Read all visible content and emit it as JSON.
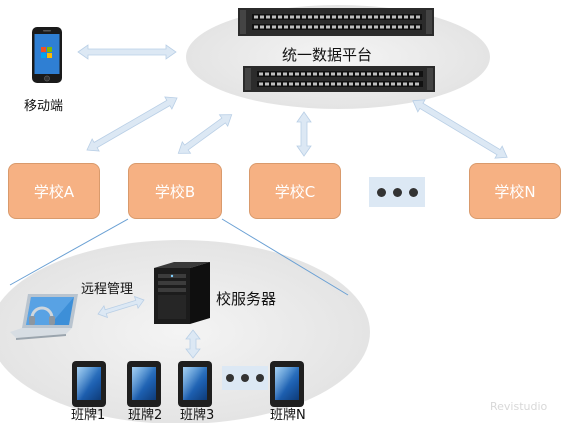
{
  "platform": {
    "label": "统一数据平台"
  },
  "mobile": {
    "label": "移动端"
  },
  "schools": [
    {
      "label": "学校A"
    },
    {
      "label": "学校B"
    },
    {
      "label": "学校C"
    },
    {
      "label": "学校N"
    }
  ],
  "campus": {
    "remote_label": "远程管理",
    "server_label": "校服务器",
    "boards": [
      {
        "label": "班牌1"
      },
      {
        "label": "班牌2"
      },
      {
        "label": "班牌3"
      },
      {
        "label": "班牌N"
      }
    ]
  },
  "watermark": "Revistudio",
  "colors": {
    "school_fill": "#f6b183",
    "arrow_fill": "#dce8f4",
    "ellipse_fill": "#efefef"
  }
}
